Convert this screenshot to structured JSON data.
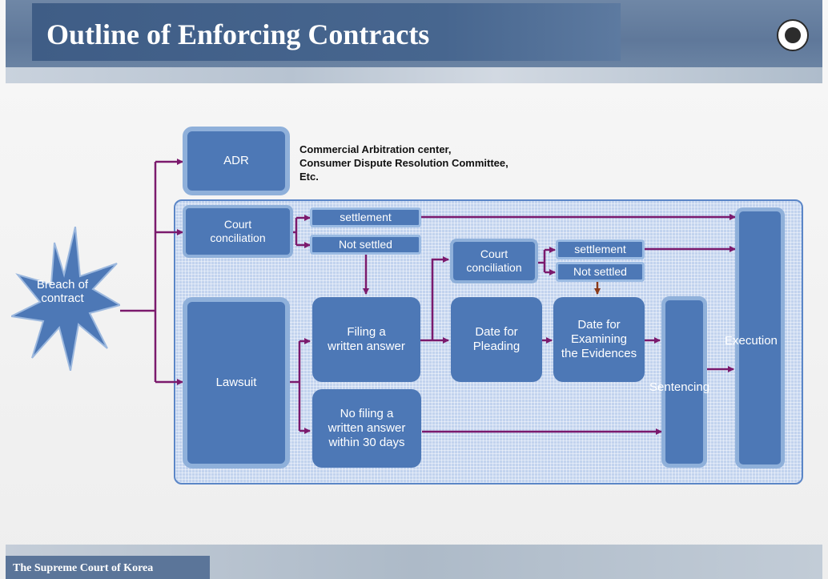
{
  "slide": {
    "title": "Outline of Enforcing Contracts",
    "footer": "The Supreme Court of Korea",
    "logo": "supreme-court-seal-icon"
  },
  "colors": {
    "header": "#47668f",
    "box": "#4d78b6",
    "region": "#c2d3ee",
    "arrow": "#7b1a6d",
    "brown_arrow": "#8a3a1a"
  },
  "diagram": {
    "start": "Breach of\ncontract",
    "adr": "ADR",
    "adr_note": [
      "Commercial Arbitration center,",
      "Consumer Dispute Resolution Committee,",
      "Etc."
    ],
    "court_conciliation_1": "Court\nconciliation",
    "settlement_1": "settlement",
    "not_settled_1": "Not settled",
    "lawsuit": "Lawsuit",
    "filing_answer": "Filing a\nwritten answer",
    "no_filing": "No filing a\nwritten answer\nwithin 30 days",
    "court_conciliation_2": "Court\nconciliation",
    "settlement_2": "settlement",
    "not_settled_2": "Not settled",
    "pleading": "Date for\nPleading",
    "evidences": "Date for\nExamining\nthe Evidences",
    "sentencing": "Sentencing",
    "execution": "Execution"
  }
}
